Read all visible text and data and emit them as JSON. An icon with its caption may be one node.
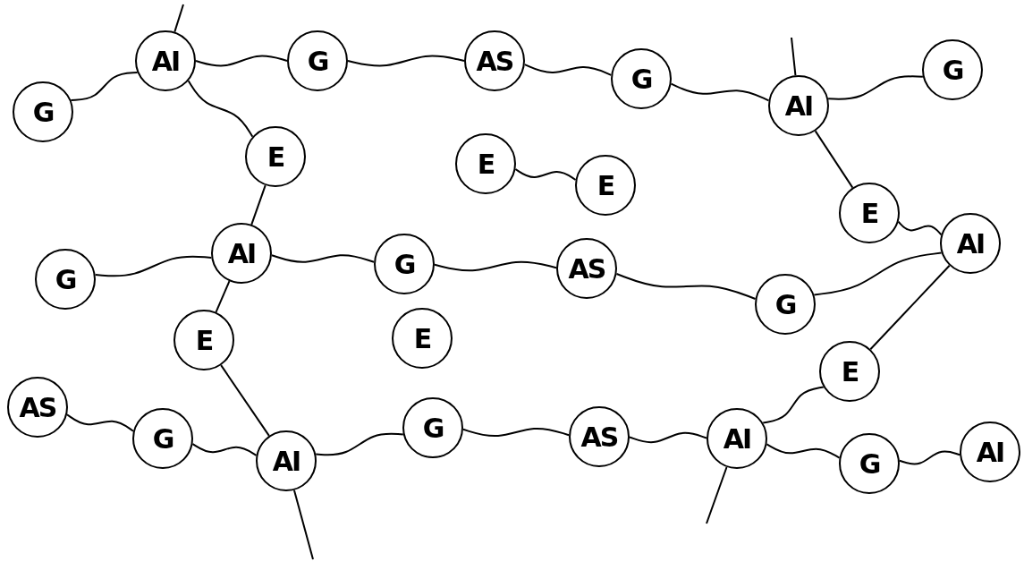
{
  "diagram": {
    "nodes": [
      {
        "text": [
          "G"
        ]
      },
      {
        "text": [
          "AI"
        ]
      },
      {
        "text": [
          "G"
        ]
      },
      {
        "text": [
          "AS"
        ]
      },
      {
        "text": [
          "G"
        ]
      },
      {
        "text": [
          "AI"
        ]
      },
      {
        "text": [
          "G"
        ]
      },
      {
        "text": [
          "E"
        ]
      },
      {
        "text": [
          "E"
        ]
      },
      {
        "text": [
          "E"
        ]
      },
      {
        "text": [
          "E"
        ]
      },
      {
        "text": [
          "G"
        ]
      },
      {
        "text": [
          "AI"
        ]
      },
      {
        "text": [
          "G"
        ]
      },
      {
        "text": [
          "AS"
        ]
      },
      {
        "text": [
          "G"
        ]
      },
      {
        "text": [
          "AI"
        ]
      },
      {
        "text": [
          "E"
        ]
      },
      {
        "text": [
          "E"
        ]
      },
      {
        "text": [
          "E"
        ]
      },
      {
        "text": [
          "AS"
        ]
      },
      {
        "text": [
          "G"
        ]
      },
      {
        "text": [
          "AI"
        ]
      },
      {
        "text": [
          "G"
        ]
      },
      {
        "text": [
          "AS"
        ]
      },
      {
        "text": [
          "AI"
        ]
      },
      {
        "text": [
          "G"
        ]
      },
      {
        "text": [
          "AI"
        ]
      }
    ],
    "edges": [
      {
        "from": 0,
        "to": 1,
        "arrow": "none"
      },
      {
        "from": 1,
        "to": 2,
        "arrow": "none"
      },
      {
        "from": 2,
        "to": 3,
        "arrow": "none"
      },
      {
        "from": 3,
        "to": 4,
        "arrow": "none"
      },
      {
        "from": 4,
        "to": 5,
        "arrow": "none"
      },
      {
        "from": 5,
        "to": 6,
        "arrow": "none"
      },
      {
        "from": 1,
        "to": 7,
        "arrow": "none"
      },
      {
        "from": 7,
        "to": 12,
        "arrow": "none"
      },
      {
        "from": 5,
        "to": 10,
        "arrow": "none"
      },
      {
        "from": 8,
        "to": 9,
        "arrow": "none"
      },
      {
        "from": 11,
        "to": 12,
        "arrow": "none"
      },
      {
        "from": 12,
        "to": 13,
        "arrow": "none"
      },
      {
        "from": 13,
        "to": 14,
        "arrow": "none"
      },
      {
        "from": 14,
        "to": 15,
        "arrow": "none"
      },
      {
        "from": 15,
        "to": 16,
        "arrow": "none"
      },
      {
        "from": 10,
        "to": 16,
        "arrow": "none"
      },
      {
        "from": 12,
        "to": 17,
        "arrow": "none"
      },
      {
        "from": 17,
        "to": 22,
        "arrow": "none"
      },
      {
        "from": 16,
        "to": 19,
        "arrow": "none"
      },
      {
        "from": 19,
        "to": 25,
        "arrow": "none"
      },
      {
        "from": 20,
        "to": 21,
        "arrow": "none"
      },
      {
        "from": 21,
        "to": 22,
        "arrow": "none"
      },
      {
        "from": 22,
        "to": 23,
        "arrow": "none"
      },
      {
        "from": 23,
        "to": 24,
        "arrow": "none"
      },
      {
        "from": 24,
        "to": 25,
        "arrow": "none"
      },
      {
        "from": 25,
        "to": 26,
        "arrow": "none"
      },
      {
        "from": 26,
        "to": 27,
        "arrow": "none"
      },
      {
        "from": 1,
        "to": null,
        "arrow": "none"
      },
      {
        "from": 5,
        "to": null,
        "arrow": "none"
      },
      {
        "from": 22,
        "to": null,
        "arrow": "none"
      },
      {
        "from": 25,
        "to": null,
        "arrow": "none"
      }
    ]
  }
}
